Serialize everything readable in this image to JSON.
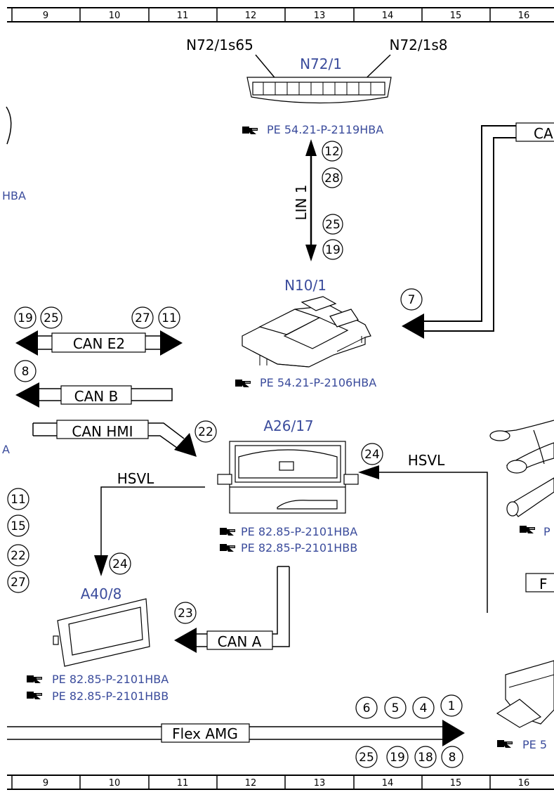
{
  "ruler": {
    "top": [
      "9",
      "10",
      "11",
      "12",
      "13",
      "14",
      "15",
      "16"
    ],
    "bottom": [
      "9",
      "10",
      "11",
      "12",
      "13",
      "14",
      "15",
      "16"
    ]
  },
  "components": {
    "n72_1": "N72/1",
    "n72_1s65": "N72/1s65",
    "n72_1s8": "N72/1s8",
    "n10_1": "N10/1",
    "a26_17": "A26/17",
    "a40_8": "A40/8"
  },
  "refs": {
    "n72_1": "PE 54.21-P-2119HBA",
    "n10_1": "PE 54.21-P-2106HBA",
    "a26_17_a": "PE 82.85-P-2101HBA",
    "a26_17_b": "PE 82.85-P-2101HBB",
    "a40_8_a": "PE 82.85-P-2101HBA",
    "a40_8_b": "PE 82.85-P-2101HBB",
    "bottom_right": "PE 5",
    "right_mid": "P",
    "left_cut": "HBA"
  },
  "buses": {
    "lin1": "LIN 1",
    "can_e2": "CAN E2",
    "can_b": "CAN B",
    "can_hmi": "CAN HMI",
    "can_a": "CAN A",
    "flex_amg": "Flex AMG",
    "hsvl_left": "HSVL",
    "hsvl_right": "HSVL",
    "can_top_right": "CA",
    "right_box": "F",
    "left_cut_a": "A"
  },
  "circle_numbers": {
    "lin_12": "12",
    "lin_28": "28",
    "lin_25": "25",
    "lin_19": "19",
    "can_e2_19": "19",
    "can_e2_25": "25",
    "can_e2_27": "27",
    "can_e2_11": "11",
    "can_b_8": "8",
    "hmi_22": "22",
    "right_can_7": "7",
    "hsvl_24_right": "24",
    "hsvl_24_left": "24",
    "can_a_23": "23",
    "left_11": "11",
    "left_15": "15",
    "left_22": "22",
    "left_27": "27",
    "flex_6": "6",
    "flex_5": "5",
    "flex_4": "4",
    "flex_1": "1",
    "flex_25": "25",
    "flex_19": "19",
    "flex_18": "18",
    "flex_8": "8"
  }
}
